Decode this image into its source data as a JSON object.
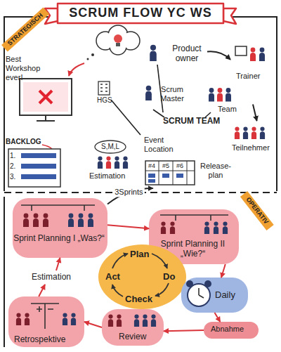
{
  "diagram": {
    "title": "SCRUM FLOW YC WS",
    "nodes": [
      {
        "text": [
          "Product owner"
        ]
      },
      {
        "text": [
          "Trainer"
        ]
      },
      {
        "text": [
          "Scrum Master"
        ]
      },
      {
        "text": [
          "Team"
        ]
      },
      {
        "text": [
          "Teilnehmer"
        ]
      },
      {
        "text": [
          "BACKLOG",
          "1.",
          "2.",
          "3."
        ]
      },
      {
        "text": [
          "S,M,L",
          "Estimation"
        ]
      },
      {
        "text": [
          "#4",
          "#5",
          "#6",
          "Release-plan"
        ]
      },
      {
        "text": [
          "Sprint Planning I „Was?“"
        ]
      },
      {
        "text": [
          "Sprint Planning II „Wie?“"
        ]
      },
      {
        "text": [
          "Plan",
          "Do",
          "Check",
          "Act"
        ]
      },
      {
        "text": [
          "Daily"
        ]
      },
      {
        "text": [
          "Abnahme"
        ]
      },
      {
        "text": [
          "Review"
        ]
      },
      {
        "text": [
          "Retrospektive"
        ]
      },
      {
        "text": [
          "Estimation"
        ]
      }
    ],
    "edges": [
      {
        "from": 0,
        "to": 1,
        "arrow": "to"
      },
      {
        "from": 3,
        "to": 4,
        "arrow": "to"
      },
      {
        "from": 8,
        "to": 7,
        "label": "3Sprints",
        "arrow": "to"
      },
      {
        "from": 8,
        "to": 9,
        "arrow": "to"
      },
      {
        "from": 9,
        "to": 11,
        "arrow": "to"
      },
      {
        "from": 11,
        "to": 12,
        "arrow": "to"
      },
      {
        "from": 12,
        "to": 13,
        "arrow": "to"
      },
      {
        "from": 13,
        "to": 14,
        "arrow": "to"
      },
      {
        "from": 14,
        "to": 15,
        "arrow": "to"
      },
      {
        "from": 15,
        "to": 8,
        "arrow": "to"
      }
    ],
    "labels": [
      "STRATEGISCH",
      "Best Workshop ever!",
      "HGS",
      "SCRUM TEAM",
      "Event Location",
      "OPERATIV"
    ]
  }
}
